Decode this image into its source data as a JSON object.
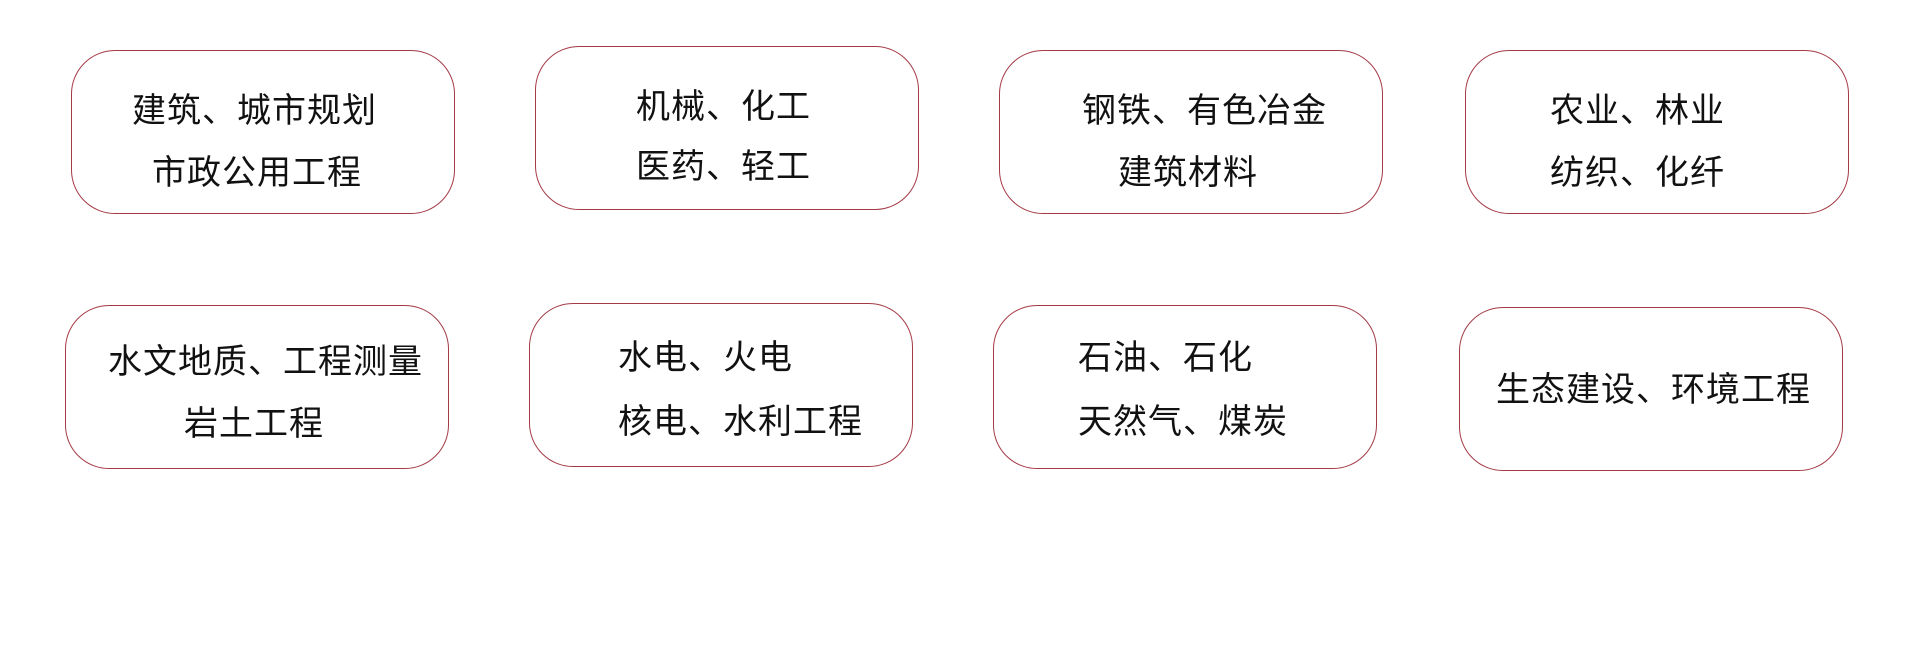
{
  "border_color": "#a33a45",
  "categories": [
    {
      "lines": [
        "建筑、城市规划",
        "市政公用工程"
      ]
    },
    {
      "lines": [
        "机械、化工",
        "医药、轻工"
      ]
    },
    {
      "lines": [
        "钢铁、有色冶金",
        "建筑材料"
      ]
    },
    {
      "lines": [
        "农业、林业",
        "纺织、化纤"
      ]
    },
    {
      "lines": [
        "水文地质、工程测量",
        "岩土工程"
      ]
    },
    {
      "lines": [
        "水电、火电",
        "核电、水利工程"
      ]
    },
    {
      "lines": [
        "石油、石化",
        "天然气、煤炭"
      ]
    },
    {
      "lines": [
        "生态建设、环境工程"
      ]
    }
  ]
}
